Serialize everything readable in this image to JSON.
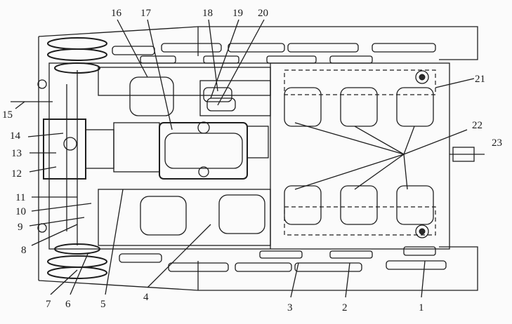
{
  "diagram": {
    "labels": {
      "n1": "1",
      "n2": "2",
      "n3": "3",
      "n4": "4",
      "n5": "5",
      "n6": "6",
      "n7": "7",
      "n8": "8",
      "n9": "9",
      "n10": "10",
      "n11": "11",
      "n12": "12",
      "n13": "13",
      "n14": "14",
      "n15": "15",
      "n16": "16",
      "n17": "17",
      "n18": "18",
      "n19": "19",
      "n20": "20",
      "n21": "21",
      "n22": "22",
      "n23": "23"
    }
  }
}
